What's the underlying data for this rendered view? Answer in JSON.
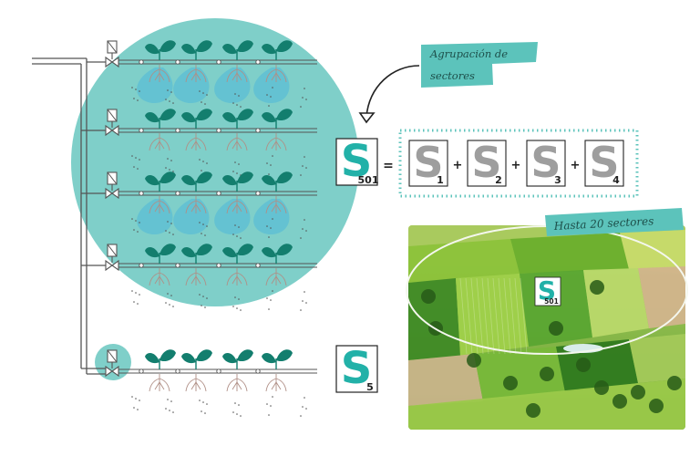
{
  "colors": {
    "teal_circle": "#7fcfc9",
    "teal_label": "#5cc3bb",
    "s_teal": "#22b1a8",
    "s_gray": "#9e9e9e",
    "leaf": "#137e6e",
    "pipe": "#555555",
    "water": "#4fb8d8",
    "root": "#b08f86",
    "field_dark": "#2f7a1f",
    "field_light": "#a6d447"
  },
  "icons": {
    "valve": "valve-icon",
    "plant": "plant-icon",
    "sector": "sector-s-icon",
    "arrow": "curved-arrow-icon"
  },
  "labels": {
    "group_label_line1": "Agrupación de",
    "group_label_line2": "sectores",
    "hasta_label": "Hasta 20 sectores"
  },
  "sectors": {
    "letter": "S",
    "group_number": "501",
    "equals": "=",
    "plus": "+",
    "parts": [
      "1",
      "2",
      "3",
      "4"
    ],
    "single_number": "5",
    "photo_number": "501"
  }
}
